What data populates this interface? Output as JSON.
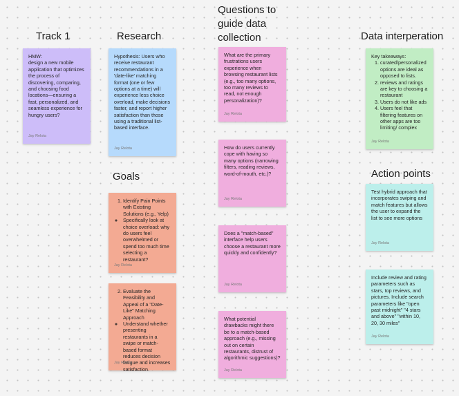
{
  "headings": {
    "track": "Track 1",
    "research": "Research",
    "questions": "Questions to\nguide data\ncollection",
    "data_interpretation": "Data interperation",
    "goals": "Goals",
    "action_points": "Action points"
  },
  "author": "Jay Relota",
  "notes": {
    "hmw": "HMW:\ndesign a new mobile application that optimizes the process of discovering, comparing, and choosing food locations—ensuring a fast, personalized, and seamless experience for hungry users?",
    "hypothesis": "Hypothesis: Users who receive restaurant recommendations in a 'date-like' matching format (one or few options at a time) will experience less choice overload, make decisions faster, and report higher satisfaction than those using a traditional list-based interface.",
    "q1": "What are the primary frustrations users experience when browsing restaurant lists (e.g., too many options, too many reviews to read, not enough personalization)?",
    "q2": "How do users currently cope with having so many options (narrowing filters, reading reviews, word-of-mouth, etc.)?",
    "q3": "Does a \"match-based\" interface help users choose a restaurant more quickly and confidently?",
    "q4": "What potential drawbacks might there be to a match-based approach (e.g., missing out on certain restaurants, distrust of algorithmic suggestions)?",
    "goal1": {
      "item": "Identify Pain Points with Existing Solutions (e.g., Yelp)",
      "bullet": "Specifically look at choice overload: why do users feel overwhelmed or spend too much time selecting a restaurant?"
    },
    "goal2": {
      "item": "Evaluate the Feasibility and Appeal of a \"Date-Like\" Matching Approach",
      "bullet": "Understand whether presenting restaurants in a swipe or match-based format reduces decision fatigue and increases satisfaction."
    },
    "takeaways": {
      "title": "Key takeaways:",
      "items": [
        "curated/personalized options are ideal as opposed to lists.",
        "reviews and ratings are key to choosing a restaurant",
        "Users do not like ads",
        "Users feel that filtering features on other apps are too limiting/ complex"
      ]
    },
    "action1": "Test hybrid approach that incorporates swiping and match features but allows the user to expand the list to see more options",
    "action2": "Include review and rating parameters such as stars, top reviews, and pictures. Include search parameters like \"open past midnight\" \"4 stars and above\" \"within 10, 20, 30 miles\""
  },
  "colors": {
    "purple": "#cdbdf9",
    "blue": "#b6dafc",
    "pink": "#f0aede",
    "salmon": "#f3aa93",
    "green": "#c1edc4",
    "cyan": "#bcefeb"
  }
}
